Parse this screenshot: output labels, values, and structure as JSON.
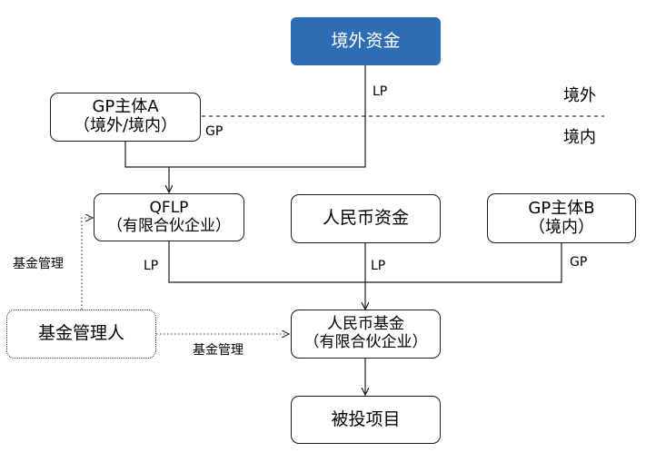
{
  "nodes": {
    "offshore_funds": "境外资金",
    "gp_a": [
      "GP主体A",
      "（境外/境内）"
    ],
    "qflp": [
      "QFLP",
      "（有限合伙企业）"
    ],
    "rmb_funds": "人民币资金",
    "gp_b": [
      "GP主体B",
      "（境内）"
    ],
    "fund_manager": "基金管理人",
    "rmb_fund": [
      "人民币基金",
      "（有限合伙企业）"
    ],
    "target_project": "被投项目"
  },
  "regions": {
    "offshore": "境外",
    "onshore": "境内"
  },
  "edge_labels": {
    "lp_offshore": "LP",
    "gp_a": "GP",
    "lp_qflp": "LP",
    "lp_rmb": "LP",
    "gp_b": "GP",
    "mgmt_vertical": "基金管理",
    "mgmt_horizontal": "基金管理"
  },
  "colors": {
    "primary_box": "#2d6db4",
    "line": "#1a1a1a"
  }
}
